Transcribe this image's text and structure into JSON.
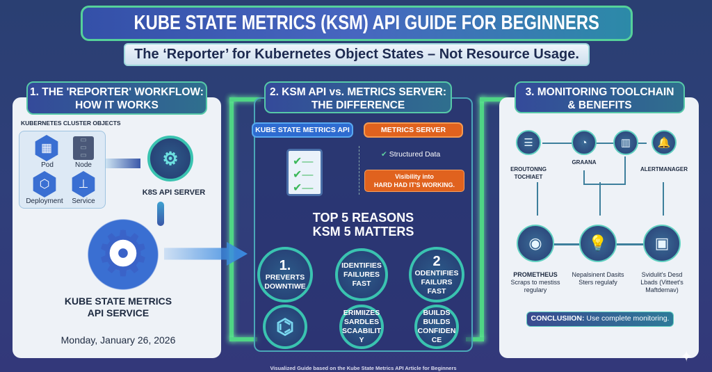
{
  "header": {
    "title": "KUBE STATE METRICS (KSM) API GUIDE FOR BEGINNERS",
    "subtitle": "The ‘Reporter’ for Kubernetes Object States – Not Resource Usage."
  },
  "section1": {
    "heading_line1": "1. THE 'REPORTER' WORKFLOW:",
    "heading_line2": "HOW IT WORKS",
    "objects_label": "KUBERNETES CLUSTER OBJECTS",
    "objects": [
      {
        "label": "Pod",
        "icon": "cubes-icon"
      },
      {
        "label": "Node",
        "icon": "server-icon"
      },
      {
        "label": "Deployment",
        "icon": "box-icon"
      },
      {
        "label": "Service",
        "icon": "hierarchy-icon"
      }
    ],
    "api_server": "K8S API SERVER",
    "service_line1": "KUBE STATE METRICS",
    "service_line2": "API SERVICE",
    "date": "Monday, January 26, 2026"
  },
  "section2": {
    "heading_line1": "2. KSM API vs. METRICS SERVER:",
    "heading_line2": "THE DIFFERENCE",
    "ksm_label": "KUBE STATE METRICS API",
    "ms_label": "METRICS SERVER",
    "structured": "Structured Data",
    "callout_line1": "Visibility into",
    "callout_line2": "HARD HAD IT'S WORKING.",
    "reasons_title_line1": "TOP 5 REASONS",
    "reasons_title_line2": "KSM 5 MATTERS",
    "reasons": [
      {
        "num": "1.",
        "text": "PREVERTS DOWNTIWE"
      },
      {
        "num": "",
        "text": "IDENTIFIES FAILURES FAST"
      },
      {
        "num": "2",
        "text": "ODENTIFIES FAILURS FAST"
      },
      {
        "num": "",
        "text": ""
      },
      {
        "num": "",
        "text": "ERIMIIZES SARDLES SCAABILITY"
      },
      {
        "num": "",
        "text": "BUILDS BUILDS CONFIDENCE"
      }
    ],
    "footer": "Visualized Guide based on the Kube State Metrics API Article for Beginners"
  },
  "section3": {
    "heading_line1": "3. MONITORING TOOLCHAIN",
    "heading_line2": "& BENEFITS",
    "top": [
      {
        "label": "EROUTONNG TOCHIAET",
        "icon": "database-icon"
      },
      {
        "label": "GRAANA",
        "icon": "clipboard-icon"
      },
      {
        "label": "",
        "icon": "dashboard-chart-icon"
      },
      {
        "label": "ALERTMANAGER",
        "icon": "bell-icon"
      }
    ],
    "bottom": [
      {
        "title": "PROMETHEUS",
        "text": "Scraps to mestiss regulary",
        "icon": "prometheus-icon"
      },
      {
        "title": "",
        "text": "Nepalsinent Dasits Sters regulafy",
        "icon": "lightbulb-icon"
      },
      {
        "title": "",
        "text": "Svidulit's Desd Lbads (Vitteet's Maftdemav)",
        "icon": "dashboard-icon"
      }
    ],
    "conclusion_bold": "CONCLUSIION:",
    "conclusion_text": " Use complete monitoring."
  }
}
